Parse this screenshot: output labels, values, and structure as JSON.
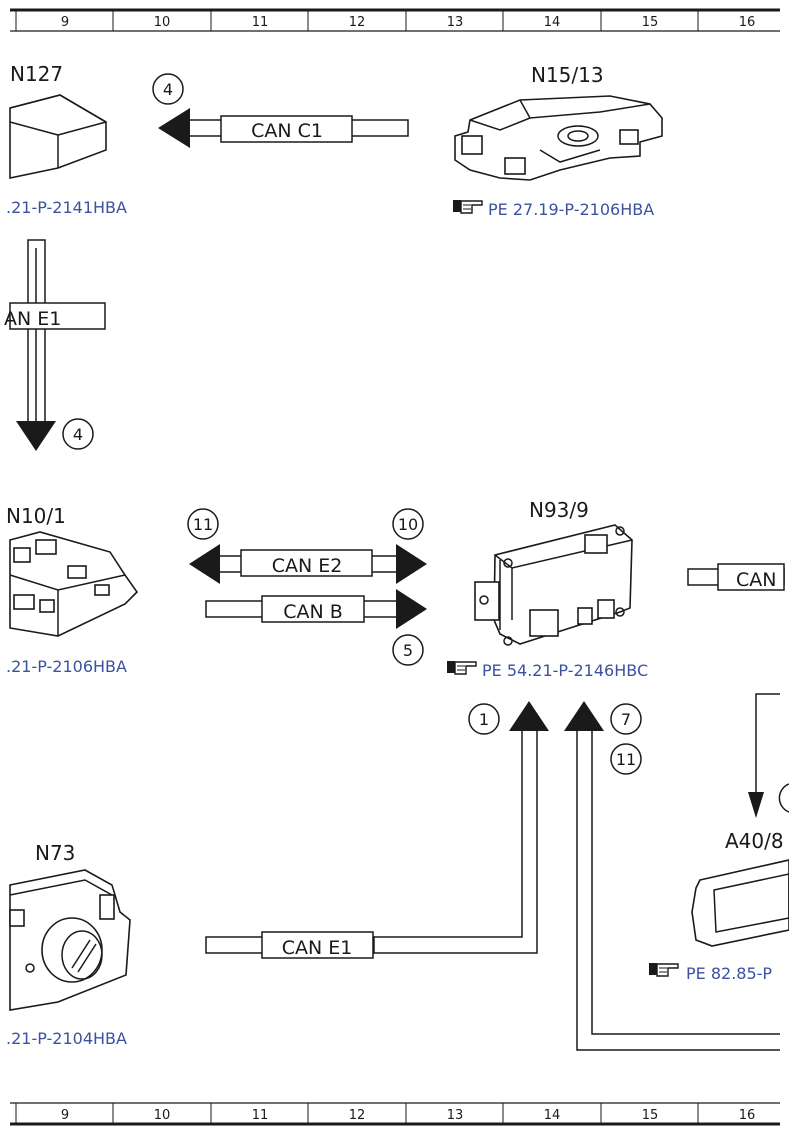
{
  "ruler": {
    "top": [
      "9",
      "10",
      "11",
      "12",
      "13",
      "14",
      "15",
      "16"
    ],
    "bottom": [
      "9",
      "10",
      "11",
      "12",
      "13",
      "14",
      "15",
      "16"
    ]
  },
  "components": {
    "n127": {
      "label": "N127",
      "ref": ".21-P-2141HBA"
    },
    "n15_13": {
      "label": "N15/13",
      "ref": "PE 27.19-P-2106HBA"
    },
    "n10_1": {
      "label": "N10/1",
      "ref": ".21-P-2106HBA"
    },
    "n93_9": {
      "label": "N93/9",
      "ref": "PE 54.21-P-2146HBC"
    },
    "n73": {
      "label": "N73",
      "ref": ".21-P-2104HBA"
    },
    "a40_8": {
      "label": "A40/8",
      "ref": "PE 82.85-P"
    }
  },
  "buses": {
    "can_c1": "CAN C1",
    "can_e1_vertical": "AN E1",
    "can_e2": "CAN E2",
    "can_b": "CAN B",
    "can_right": "CAN",
    "can_e1_bottom": "CAN E1"
  },
  "markers": {
    "m_can_c1": "4",
    "m_can_e1_vert": "4",
    "m_can_e2_left": "11",
    "m_can_e2_right": "10",
    "m_can_b": "5",
    "m_up_left": "1",
    "m_up_right_a": "7",
    "m_up_right_b": "11"
  },
  "icons": {
    "reference": "pointing-hand-icon"
  }
}
